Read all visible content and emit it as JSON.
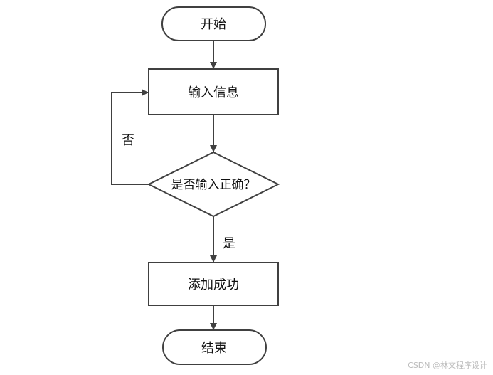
{
  "flowchart": {
    "start": "开始",
    "input": "输入信息",
    "decision": "是否输入正确？",
    "yes": "是",
    "no": "否",
    "success": "添加成功",
    "end": "结束"
  },
  "colors": {
    "stroke": "#404040"
  },
  "watermark": "CSDN @林文程序设计"
}
